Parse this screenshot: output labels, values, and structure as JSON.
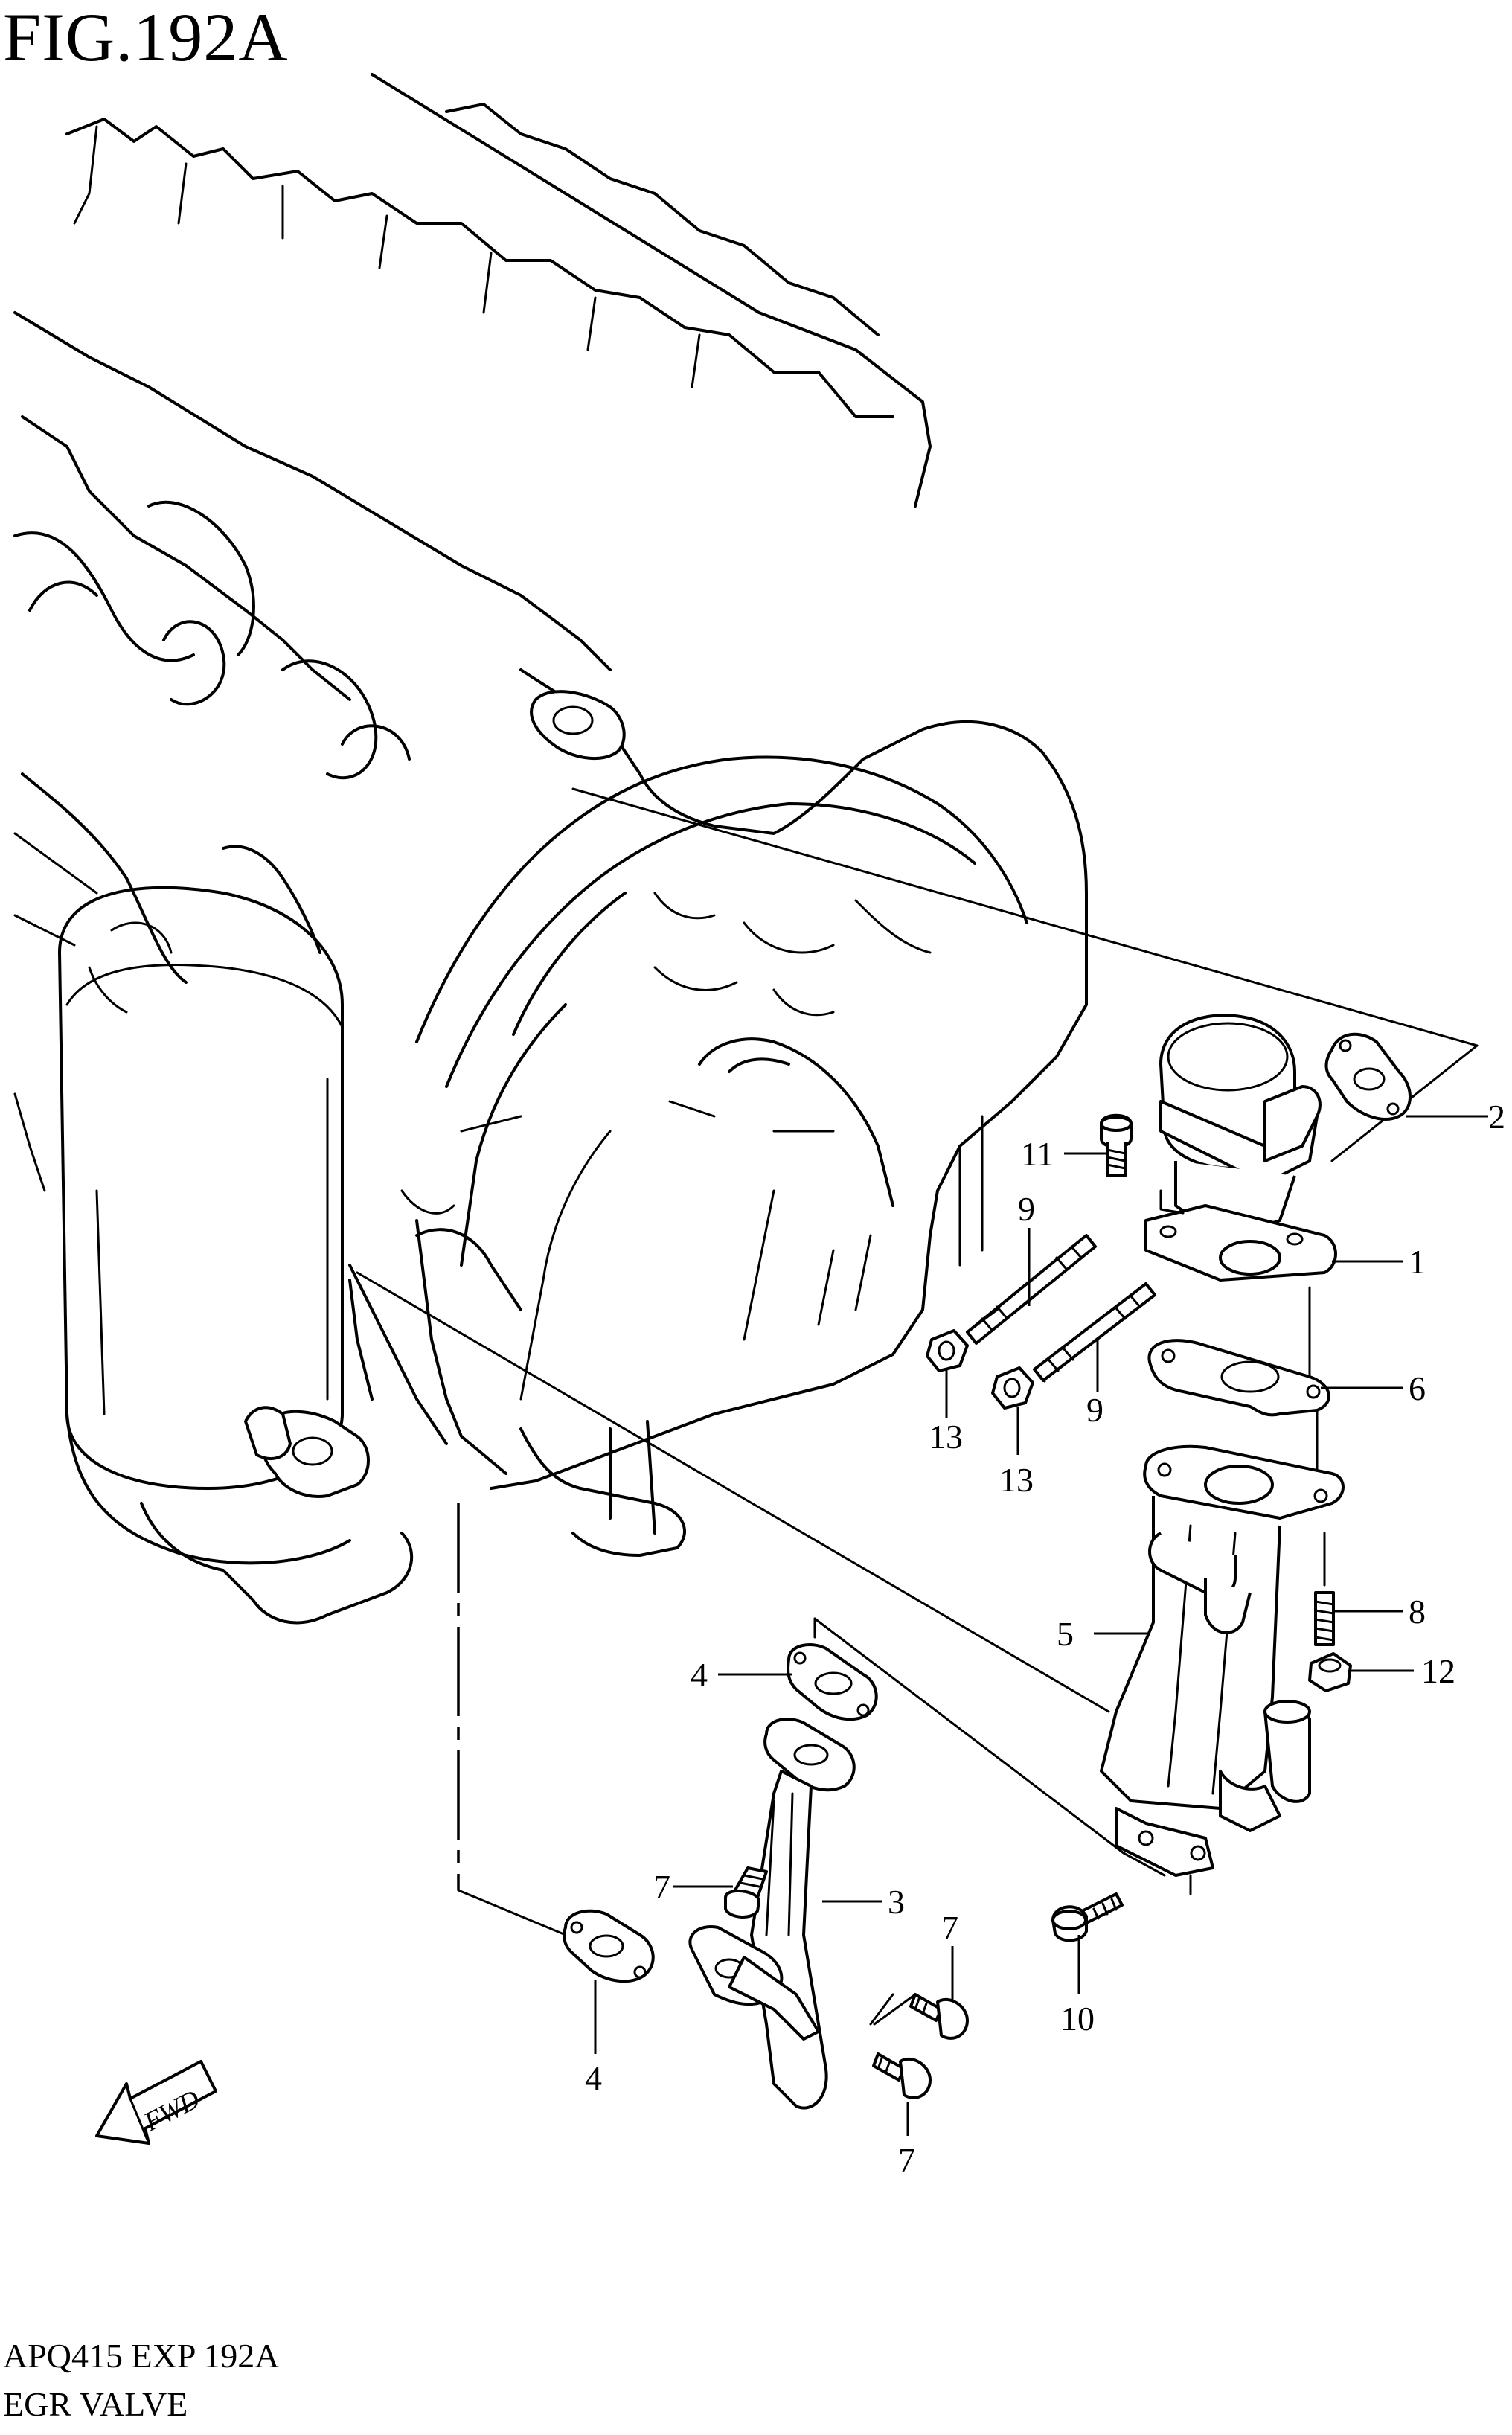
{
  "figure": {
    "title": "FIG.192A"
  },
  "footer": {
    "code": "APQ415 EXP 192A",
    "name": "EGR VALVE"
  },
  "fwd_label": "FWD",
  "callouts": [
    {
      "id": "c2",
      "text": "2"
    },
    {
      "id": "c11",
      "text": "11"
    },
    {
      "id": "c1",
      "text": "1"
    },
    {
      "id": "c9a",
      "text": "9"
    },
    {
      "id": "c9b",
      "text": "9"
    },
    {
      "id": "c6",
      "text": "6"
    },
    {
      "id": "c13a",
      "text": "13"
    },
    {
      "id": "c13b",
      "text": "13"
    },
    {
      "id": "c8",
      "text": "8"
    },
    {
      "id": "c5",
      "text": "5"
    },
    {
      "id": "c12",
      "text": "12"
    },
    {
      "id": "c4a",
      "text": "4"
    },
    {
      "id": "c3",
      "text": "3"
    },
    {
      "id": "c7a",
      "text": "7"
    },
    {
      "id": "c7b",
      "text": "7"
    },
    {
      "id": "c7c",
      "text": "7"
    },
    {
      "id": "c10",
      "text": "10"
    },
    {
      "id": "c4b",
      "text": "4"
    }
  ]
}
